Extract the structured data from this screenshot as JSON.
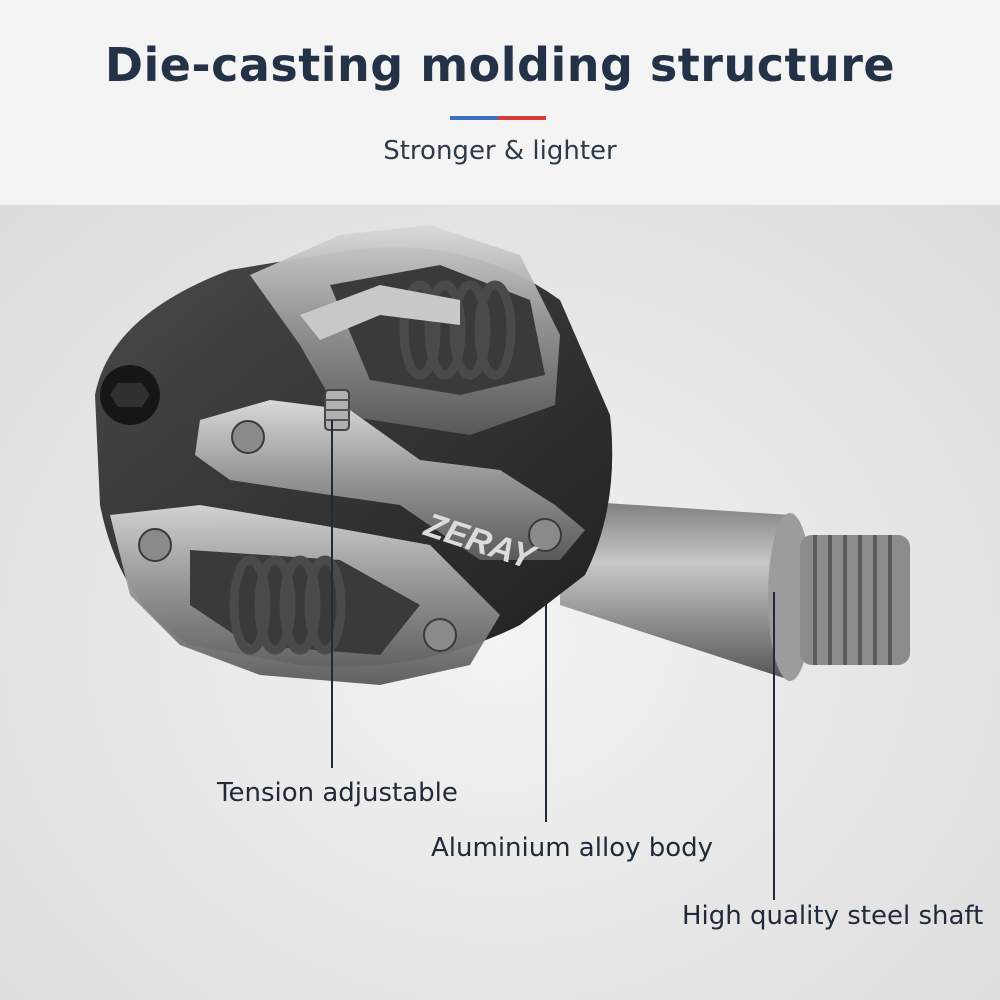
{
  "header": {
    "title": "Die-casting molding structure",
    "subtitle": "Stronger & lighter",
    "accent_colors": {
      "left": "#3f6fc0",
      "right": "#d83a3a"
    }
  },
  "product": {
    "brand_mark": "ZERAY",
    "image_subject": "pedal"
  },
  "callouts": [
    {
      "id": "tension",
      "label": "Tension adjustable"
    },
    {
      "id": "body",
      "label": "Aluminium alloy body"
    },
    {
      "id": "shaft",
      "label": "High quality steel shaft"
    }
  ],
  "colors": {
    "title": "#233246",
    "text": "#1f2a3a",
    "background": "#e9e9e9"
  }
}
